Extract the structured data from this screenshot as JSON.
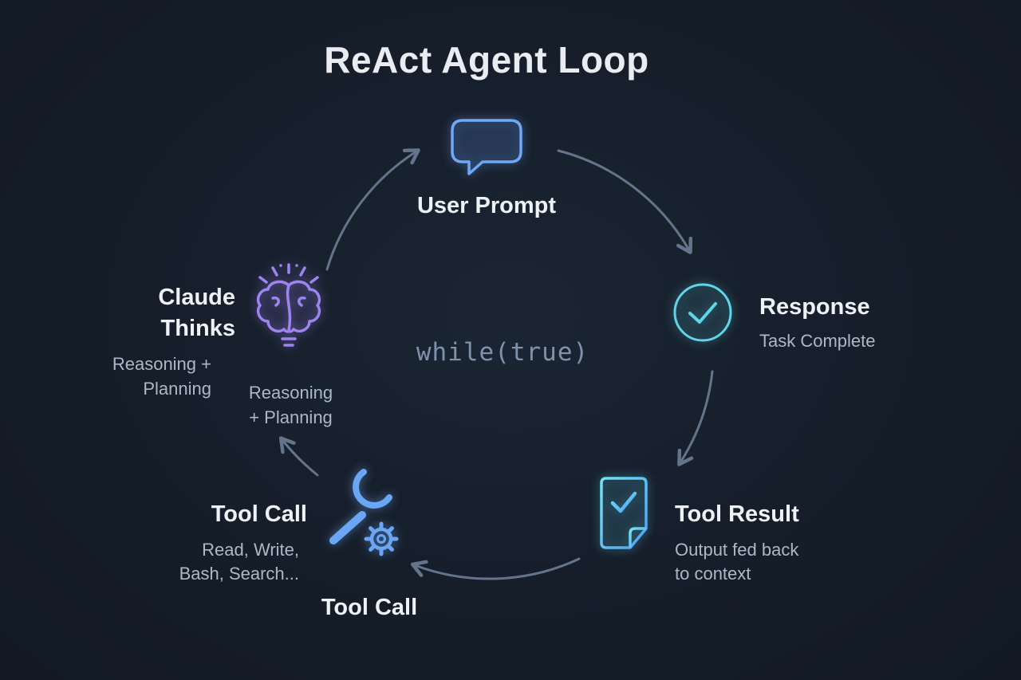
{
  "title": "ReAct Agent Loop",
  "center": {
    "code": "while(true)"
  },
  "nodes": {
    "user_prompt": {
      "label": "User Prompt"
    },
    "response": {
      "label": "Response",
      "subtitle": "Task Complete"
    },
    "tool_result": {
      "label": "Tool Result",
      "subtitle_lines": [
        "Output fed back",
        "to context"
      ]
    },
    "tool_call": {
      "label": "Tool Call",
      "subtitle_lines": [
        "Read, Write,",
        "Bash, Search..."
      ],
      "bottom_label": "Tool Call"
    },
    "claude_thinks": {
      "label_lines": [
        "Claude",
        "Thinks"
      ],
      "subtitle_lines": [
        "Reasoning +",
        "Planning"
      ],
      "note_lines": [
        "Reasoning",
        "+ Planning"
      ]
    }
  },
  "icons": {
    "user_prompt": "speech-bubble-icon",
    "response": "check-circle-icon",
    "tool_result": "document-check-icon",
    "tool_call": "wrench-gear-icon",
    "claude_thinks": "brain-idea-icon"
  },
  "colors": {
    "background": "#151d29",
    "title_text": "#e9ecf1",
    "label_text": "#eef1f6",
    "subtitle_text": "#adb8c6",
    "arrow": "#64748b",
    "blue_accent": "#6ea8f7",
    "cyan_accent": "#5fd6e8",
    "purple_accent": "#9d84f0",
    "code_text": "#7f91ab"
  }
}
